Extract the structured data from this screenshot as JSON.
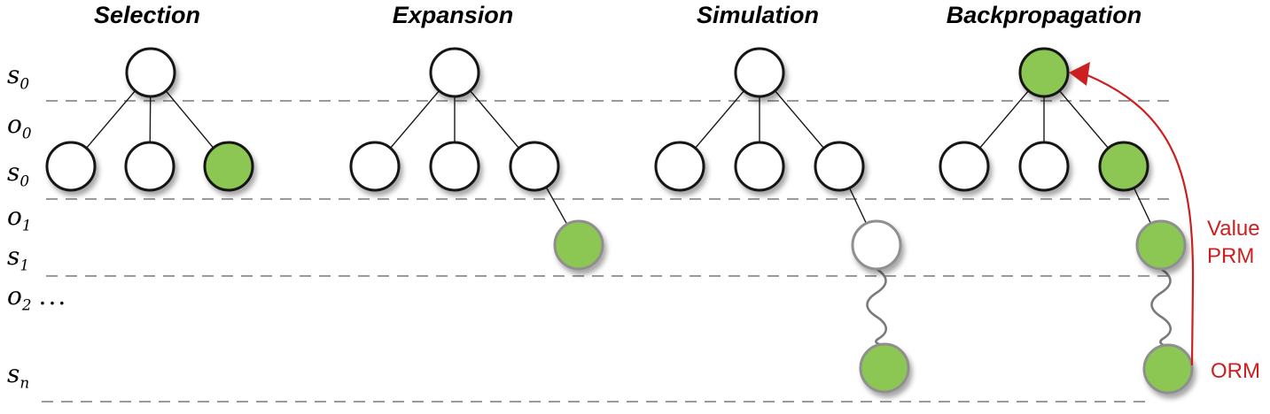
{
  "phases": [
    {
      "title": "Selection"
    },
    {
      "title": "Expansion"
    },
    {
      "title": "Simulation"
    },
    {
      "title": "Backpropagation"
    }
  ],
  "row_labels": [
    {
      "base": "s",
      "sub": "0",
      "suffix": ""
    },
    {
      "base": "o",
      "sub": "0",
      "suffix": ""
    },
    {
      "base": "s",
      "sub": "0",
      "suffix": ""
    },
    {
      "base": "o",
      "sub": "1",
      "suffix": ""
    },
    {
      "base": "s",
      "sub": "1",
      "suffix": ""
    },
    {
      "base": "o",
      "sub": "2",
      "suffix": "..."
    },
    {
      "base": "s",
      "sub": "n",
      "suffix": ""
    }
  ],
  "annotations": {
    "value_prm": {
      "line1": "Value",
      "line2": "PRM"
    },
    "orm": "ORM"
  },
  "colors": {
    "node_green": "#8cc652",
    "node_white": "#ffffff",
    "node_border_dark": "#121212",
    "node_border_gray": "#8f8f8f",
    "edge_line": "#1a1a1a",
    "dashed_line": "#9a9a9a",
    "squiggle_line": "#7a7a7a",
    "red_accent": "#cc2020",
    "text_color": "#000000"
  }
}
